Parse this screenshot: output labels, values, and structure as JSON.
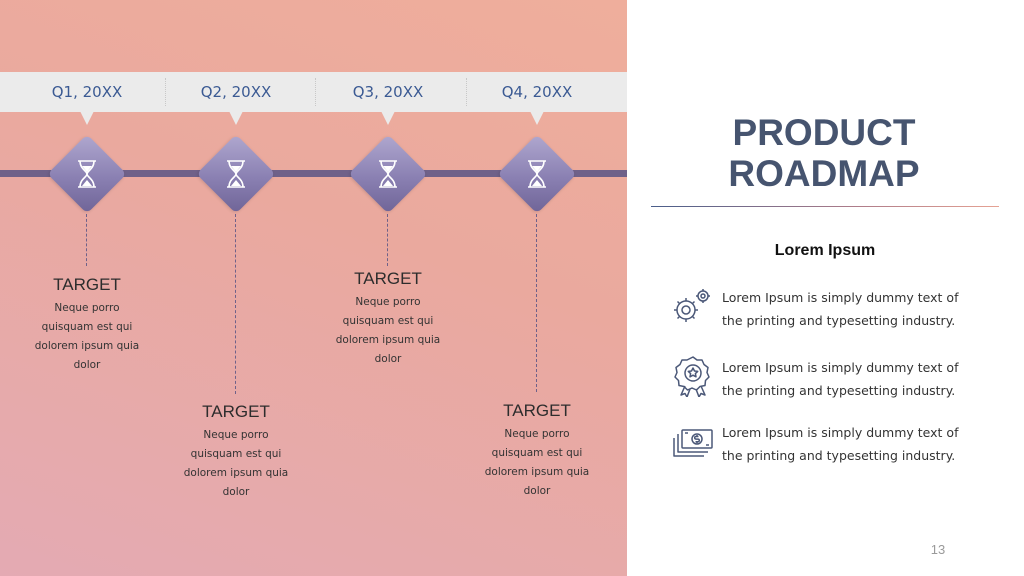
{
  "timeline": {
    "quarters": [
      "Q1, 20XX",
      "Q2, 20XX",
      "Q3, 20XX",
      "Q4, 20XX"
    ],
    "milestones": [
      {
        "title": "TARGET",
        "lines": [
          "Neque porro",
          "quisquam est qui",
          "dolorem ipsum quia",
          "dolor"
        ]
      },
      {
        "title": "TARGET",
        "lines": [
          "Neque porro",
          "quisquam est qui",
          "dolorem ipsum quia",
          "dolor"
        ]
      },
      {
        "title": "TARGET",
        "lines": [
          "Neque porro",
          "quisquam est qui",
          "dolorem ipsum quia",
          "dolor"
        ]
      },
      {
        "title": "TARGET",
        "lines": [
          "Neque porro",
          "quisquam est qui",
          "dolorem ipsum quia",
          "dolor"
        ]
      }
    ],
    "milestone_icon": "hourglass-icon"
  },
  "sidebar": {
    "title_line1": "PRODUCT",
    "title_line2": "ROADMAP",
    "subheading": "Lorem Ipsum",
    "features": [
      {
        "icon": "gears-icon",
        "line1": "Lorem Ipsum is simply dummy text of",
        "line2": "the printing and typesetting industry."
      },
      {
        "icon": "award-badge-icon",
        "line1": "Lorem Ipsum is simply dummy text of",
        "line2": "the printing and typesetting industry."
      },
      {
        "icon": "money-stack-icon",
        "line1": "Lorem Ipsum is simply dummy text of",
        "line2": "the printing and typesetting industry."
      }
    ]
  },
  "page_number": "13",
  "colors": {
    "accent_purple": "#6f6189",
    "quarter_text": "#3b5a93",
    "title_text": "#46546f",
    "icon_stroke": "#4b5878"
  }
}
